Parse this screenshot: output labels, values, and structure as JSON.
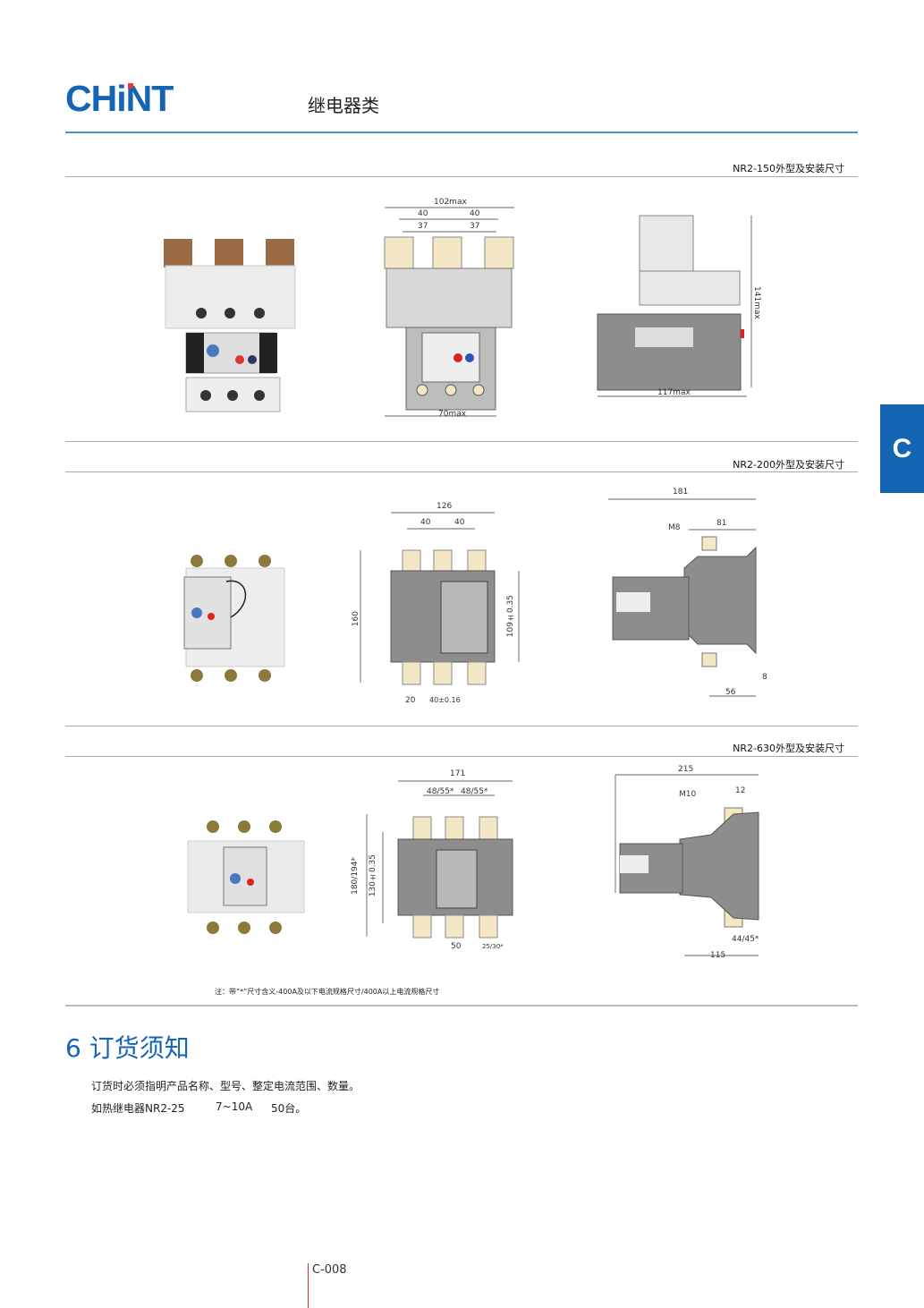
{
  "header": {
    "logo": "CHiNT",
    "category": "继电器类"
  },
  "side_tab": "C",
  "sections": [
    {
      "title": "NR2-150外型及安装尺寸",
      "front_dims": {
        "overall": "102max",
        "pitch_left": "40",
        "pitch_right": "40",
        "inner_left": "37",
        "inner_right": "37",
        "bottom": "70max"
      },
      "side_dims": {
        "height": "141max",
        "depth": "117max"
      }
    },
    {
      "title": "NR2-200外型及安装尺寸",
      "front_dims": {
        "width": "126",
        "pitch_left": "40",
        "pitch_right": "40",
        "height": "160",
        "mount": "109±0.35",
        "edge": "20",
        "mount_pitch": "40±0.16"
      },
      "side_dims": {
        "depth": "181",
        "bolt": "M8",
        "rear": "81",
        "plate": "8",
        "base": "56"
      }
    },
    {
      "title": "NR2-630外型及安装尺寸",
      "front_dims": {
        "width": "171",
        "pitch_left": "48/55*",
        "pitch_right": "48/55*",
        "height": "180/194*",
        "mount": "130±0.35",
        "mount_pitch": "50",
        "terminal": "25/30*"
      },
      "side_dims": {
        "depth": "215",
        "bolt": "M10",
        "rear": "12",
        "plate": "44/45*",
        "base": "115"
      }
    }
  ],
  "note": "注：带“*”尺寸含义-400A及以下电流规格尺寸/400A以上电流规格尺寸",
  "ordering": {
    "heading": "6 订货须知",
    "line1": "订货时必须指明产品名称、型号、整定电流范围、数量。",
    "example_model": "如热继电器NR2-25",
    "example_range": "7~10A",
    "example_qty": "50台。"
  },
  "footer": {
    "page_number": "C-008"
  },
  "colors": {
    "brand": "#1565b5",
    "accent": "#e53935"
  }
}
